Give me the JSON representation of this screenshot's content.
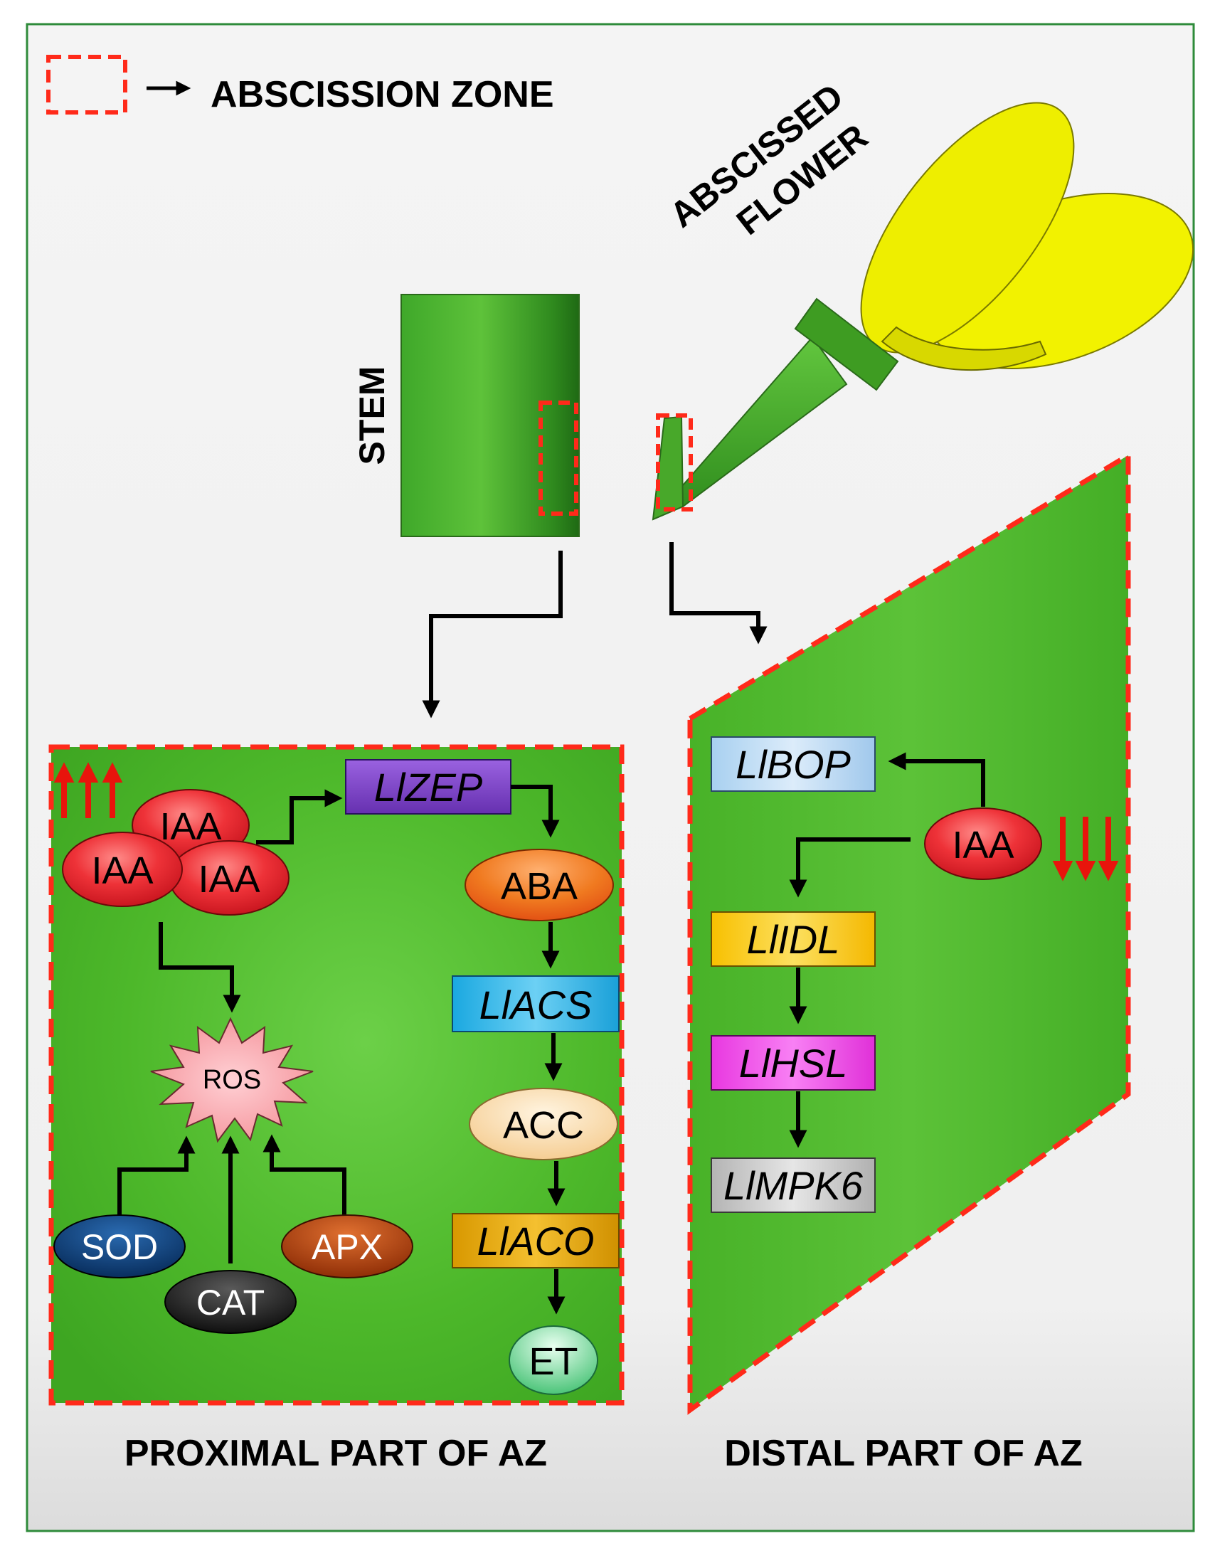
{
  "legend": {
    "label": "ABSCISSION ZONE"
  },
  "labels": {
    "stem": "STEM",
    "abscissed_flower_line1": "ABSCISSED",
    "abscissed_flower_line2": "FLOWER",
    "proximal": "PROXIMAL PART OF AZ",
    "distal": "DISTAL PART OF AZ"
  },
  "proximal": {
    "iaa": [
      "IAA",
      "IAA",
      "IAA"
    ],
    "lizep": "LlZEP",
    "aba": "ABA",
    "liacs": "LlACS",
    "acc": "ACC",
    "liaco": "LlACO",
    "et": "ET",
    "ros": "ROS",
    "sod": "SOD",
    "cat": "CAT",
    "apx": "APX"
  },
  "distal": {
    "iaa": "IAA",
    "libop": "LlBOP",
    "liidl": "LlIDL",
    "lihsl": "LlHSL",
    "limpk6": "LlMPK6"
  },
  "colors": {
    "frame_border": "#2e8b3a",
    "panel_green": "#4db82a",
    "az_dash": "#ff2a1a",
    "flower_petal": "#f2f200",
    "iaa_red": "#e8202a",
    "lizep_purple": "#7a3ec8",
    "aba_orange": "#f07818",
    "liacs_blue": "#28b4e8",
    "acc_peach": "#f8d8a0",
    "liaco_amber": "#e0a000",
    "et_green": "#70d890",
    "ros_pink": "#f8a0a8",
    "sod_navy": "#0a3c78",
    "cat_black": "#1a1a1a",
    "apx_brown": "#b04008",
    "libop_lightblue": "#bcdcf4",
    "liidl_yellow": "#f8c800",
    "lihsl_magenta": "#f048e8",
    "limpk6_gray": "#c8c8c8"
  }
}
